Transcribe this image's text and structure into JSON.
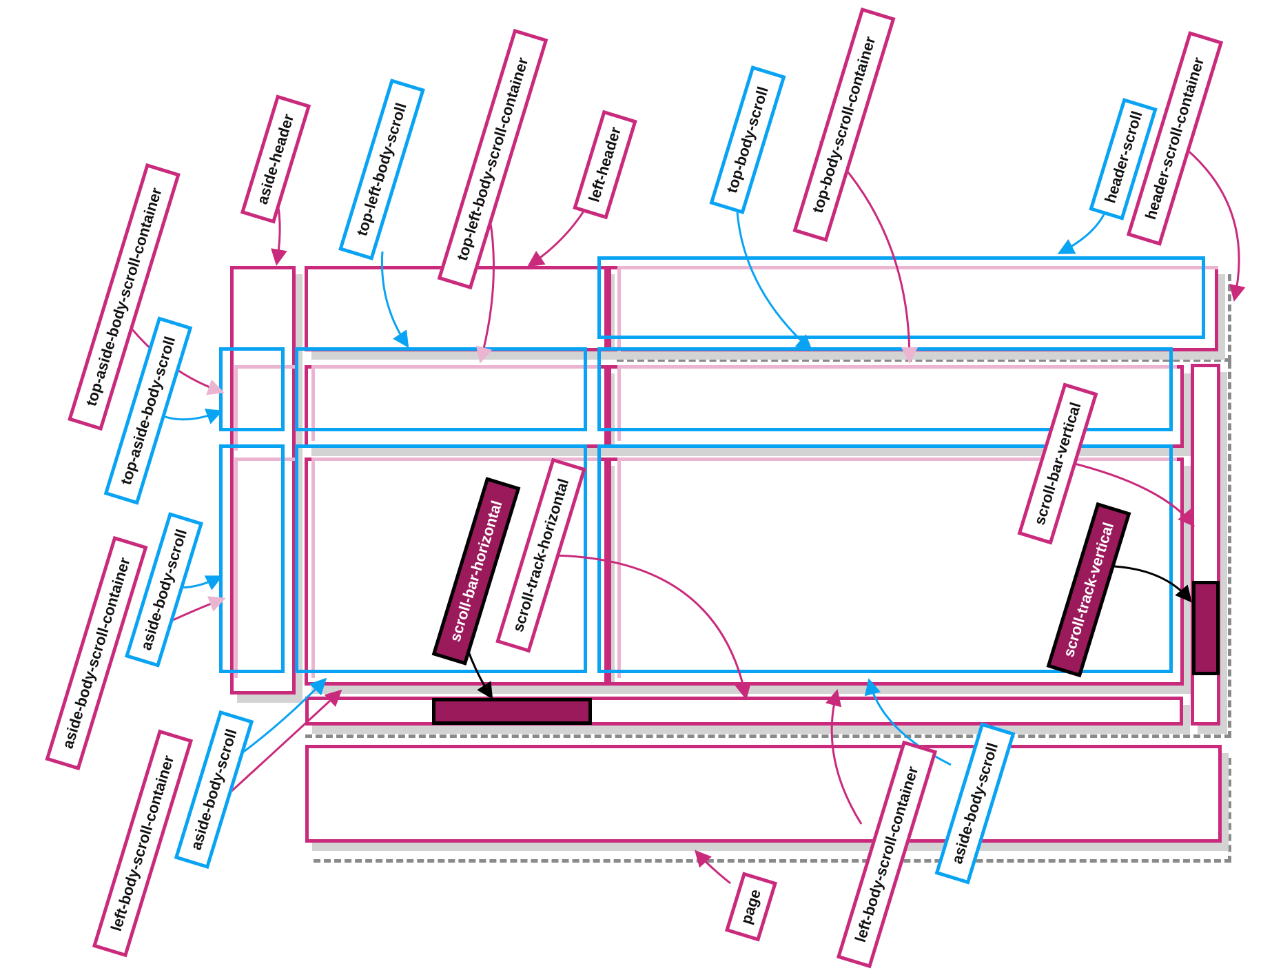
{
  "diagram": {
    "colors": {
      "container": "#c92a7c",
      "container_faded": "#ebb4d1",
      "scroll": "#09a3f3",
      "scrollbar_fill": "#9b1a5c",
      "shadow": "#d3d3d3",
      "dashed": "#8a8a8a"
    },
    "labels": {
      "aside_header": "aside-header",
      "top_left_body_scroll": "top-left-body-scroll",
      "top_left_body_scroll_container": "top-left-body-scroll-container",
      "left_header": "left-header",
      "top_body_scroll": "top-body-scroll",
      "top_body_scroll_container": "top-body-scroll-container",
      "header_scroll": "header-scroll",
      "header_scroll_container": "header-scroll-container",
      "top_aside_body_scroll_container": "top-aside-body-scroll-container",
      "top_aside_body_scroll": "top-aside-body-scroll",
      "aside_body_scroll_container": "aside-body-scroll-container",
      "aside_body_scroll_left": "aside-body-scroll",
      "left_body_scroll_container_left": "left-body-scroll-container",
      "aside_body_scroll_bottom_left": "aside-body-scroll",
      "scroll_bar_horizontal": "scroll-bar-horizontal",
      "scroll_track_horizontal": "scroll-track-horizontal",
      "scroll_bar_vertical": "scroll-bar-vertical",
      "scroll_track_vertical": "scroll-track-vertical",
      "left_body_scroll_container_right": "left-body-scroll-container",
      "aside_body_scroll_right": "aside-body-scroll",
      "page": "page"
    }
  }
}
